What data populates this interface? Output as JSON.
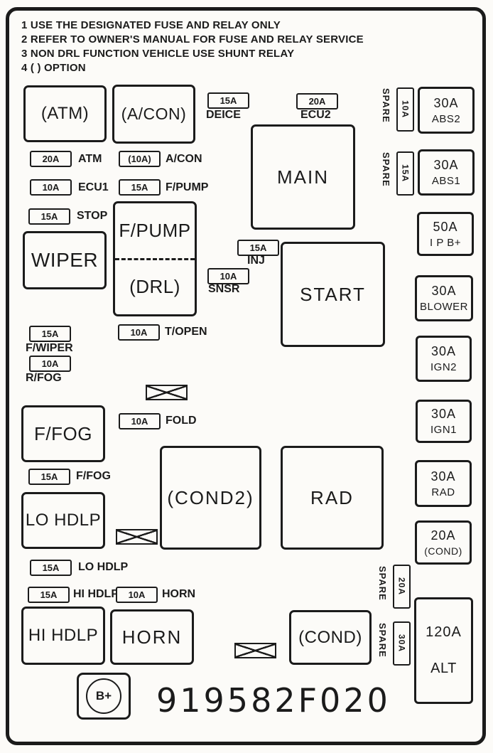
{
  "colors": {
    "ink": "#1b1b1b",
    "paper": "#fcfbf8"
  },
  "notes": [
    "1  USE THE DESIGNATED FUSE AND RELAY ONLY",
    "2  REFER TO OWNER'S MANUAL FOR FUSE AND RELAY SERVICE",
    "3  NON DRL FUNCTION VEHICLE USE SHUNT RELAY",
    "4  (  )  OPTION"
  ],
  "relays": {
    "atm": "(ATM)",
    "acon": "(A/CON)",
    "main": "MAIN",
    "fpump": "F/PUMP",
    "drl": "(DRL)",
    "wiper": "WIPER",
    "start": "START",
    "ffog": "F/FOG",
    "cond2": "(COND2)",
    "rad": "RAD",
    "lo_hdlp": "LO HDLP",
    "hi_hdlp": "HI HDLP",
    "horn": "HORN",
    "cond": "(COND)"
  },
  "fuses": {
    "deice": {
      "amp": "15A",
      "label": "DEICE"
    },
    "ecu2": {
      "amp": "20A",
      "label": "ECU2"
    },
    "atm": {
      "amp": "20A",
      "label": "ATM"
    },
    "acon": {
      "amp": "(10A)",
      "label": "A/CON"
    },
    "ecu1": {
      "amp": "10A",
      "label": "ECU1"
    },
    "fpump": {
      "amp": "15A",
      "label": "F/PUMP"
    },
    "stop": {
      "amp": "15A",
      "label": "STOP"
    },
    "inj": {
      "amp": "15A",
      "label": "INJ"
    },
    "snsr": {
      "amp": "10A",
      "label": "SNSR"
    },
    "fwiper": {
      "amp": "15A",
      "label": "F/WIPER"
    },
    "rfog": {
      "amp": "10A",
      "label": "R/FOG"
    },
    "topen": {
      "amp": "10A",
      "label": "T/OPEN"
    },
    "fold": {
      "amp": "10A",
      "label": "FOLD"
    },
    "ffog": {
      "amp": "15A",
      "label": "F/FOG"
    },
    "lo_hdlp": {
      "amp": "15A",
      "label": "LO HDLP"
    },
    "hi_hdlp": {
      "amp": "15A",
      "label": "HI HDLP"
    },
    "horn": {
      "amp": "10A",
      "label": "HORN"
    }
  },
  "right_column": {
    "abs2": {
      "amp": "30A",
      "label": "ABS2"
    },
    "abs1": {
      "amp": "30A",
      "label": "ABS1"
    },
    "ipb": {
      "amp": "50A",
      "label": "I P B+"
    },
    "blower": {
      "amp": "30A",
      "label": "BLOWER"
    },
    "ign2": {
      "amp": "30A",
      "label": "IGN2"
    },
    "ign1": {
      "amp": "30A",
      "label": "IGN1"
    },
    "rad": {
      "amp": "30A",
      "label": "RAD"
    },
    "cond": {
      "amp": "20A",
      "label": "(COND)"
    },
    "alt": {
      "amp": "120A",
      "label": "ALT"
    }
  },
  "spares": {
    "s1": {
      "amp": "10A",
      "label": "SPARE"
    },
    "s2": {
      "amp": "15A",
      "label": "SPARE"
    },
    "s3": {
      "amp": "20A",
      "label": "SPARE"
    },
    "s4": {
      "amp": "30A",
      "label": "SPARE"
    }
  },
  "battery": {
    "label": "B+"
  },
  "part_number": "919582F020"
}
